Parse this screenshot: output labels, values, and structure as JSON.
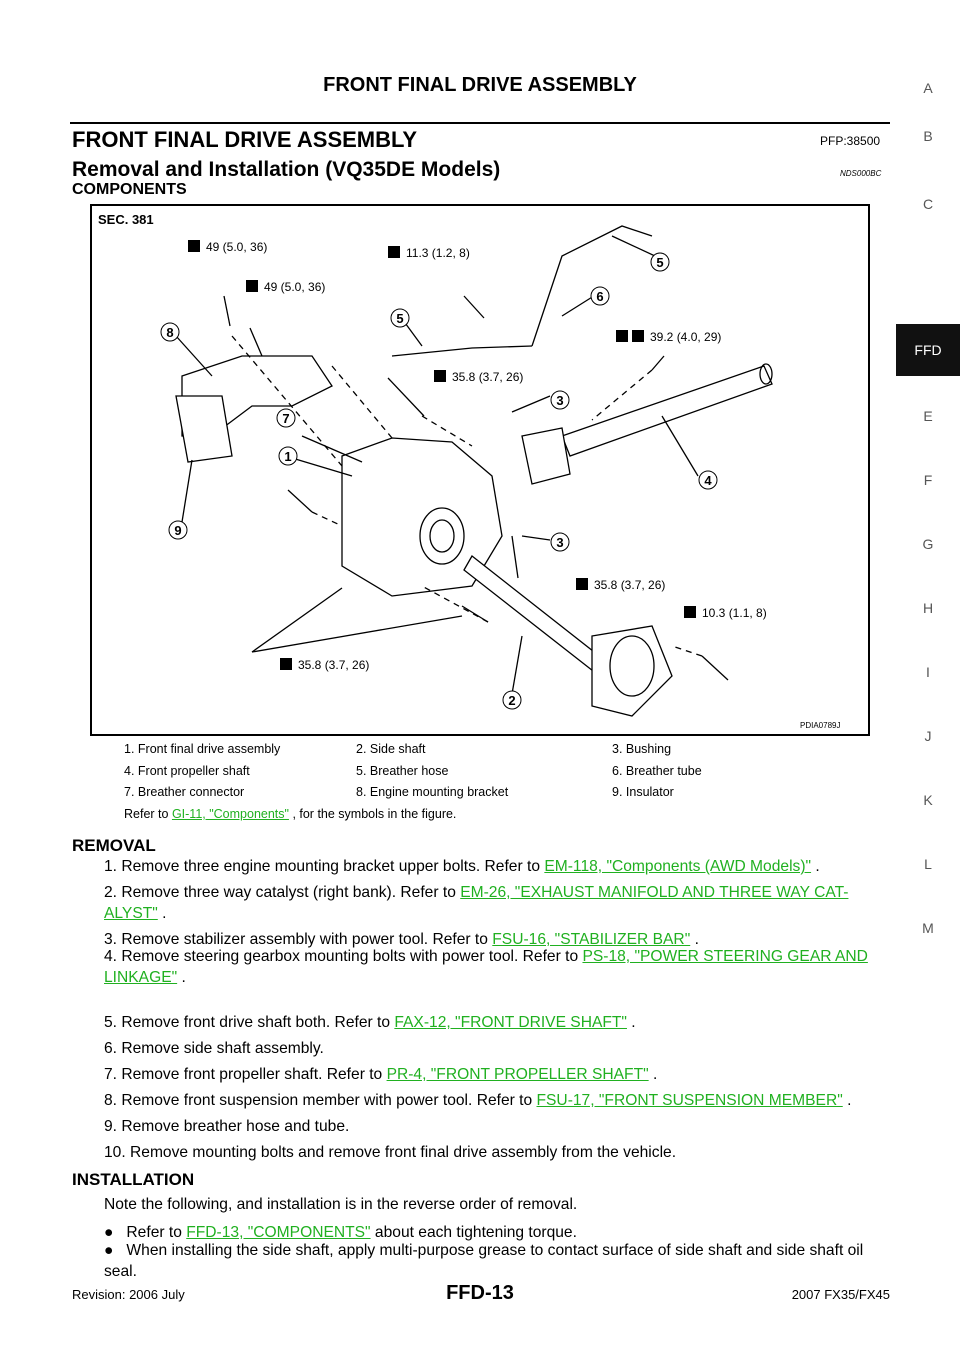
{
  "header": {
    "running_title": "FRONT FINAL DRIVE ASSEMBLY"
  },
  "section": {
    "title": "FRONT FINAL DRIVE ASSEMBLY",
    "pfp": "PFP:38500",
    "subtitle": "Removal and Installation (VQ35DE Models)",
    "code": "NDS000BC",
    "components_heading": "COMPONENTS"
  },
  "side_tabs": [
    "A",
    "B",
    "C",
    "FFD",
    "E",
    "F",
    "G",
    "H",
    "I",
    "J",
    "K",
    "L",
    "M"
  ],
  "active_tab": "FFD",
  "figure": {
    "sec_label": "SEC. 381",
    "code": "PDIA0789J",
    "torques": {
      "t1": "49 (5.0, 36)",
      "t2": "49 (5.0, 36)",
      "t3": "11.3 (1.2, 8)",
      "t4": "39.2 (4.0, 29)",
      "t5": "35.8 (3.7, 26)",
      "t6": "35.8 (3.7, 26)",
      "t7": "10.3 (1.1, 8)",
      "t8": "35.8 (3.7, 26)"
    },
    "callouts": [
      "1",
      "2",
      "3",
      "3",
      "4",
      "5",
      "5",
      "6",
      "7",
      "8",
      "9"
    ]
  },
  "legend": {
    "items": [
      "1.  Front final drive assembly",
      "2.  Side shaft",
      "3.  Bushing",
      "4.  Front propeller shaft",
      "5.  Breather hose",
      "6.  Breather tube",
      "7.  Breather connector",
      "8.  Engine mounting bracket",
      "9.  Insulator"
    ],
    "refer_prefix": "Refer to ",
    "refer_link": "GI-11, \"Components\"",
    "refer_suffix": " , for the symbols in the figure."
  },
  "removal": {
    "heading": "REMOVAL",
    "steps": [
      {
        "text": "1.  Remove three engine mounting bracket upper bolts. Refer to ",
        "link": "EM-118, \"Components (AWD Models)\"",
        "after": " ."
      },
      {
        "text": "2.  Remove three way catalyst (right bank). Refer to ",
        "link": "EM-26, \"EXHAUST MANIFOLD AND THREE WAY CAT- ALYST\"",
        "after": " ."
      },
      {
        "text": "3.  Remove stabilizer assembly with power tool. Refer to ",
        "link": "FSU-16, \"STABILIZER BAR\"",
        "after": " ."
      },
      {
        "text": "4.  Remove steering gearbox mounting bolts with power tool. Refer to ",
        "link": "PS-18, \"POWER STEERING GEAR AND LINKAGE\"",
        "after": " ."
      },
      {
        "text": "5.  Remove front drive shaft both. Refer to ",
        "link": "FAX-12, \"FRONT DRIVE SHAFT\"",
        "after": " ."
      },
      {
        "text": "6.  Remove side shaft assembly.",
        "link": "",
        "after": ""
      },
      {
        "text": "7.  Remove front propeller shaft. Refer to ",
        "link": "PR-4, \"FRONT PROPELLER SHAFT\"",
        "after": " ."
      },
      {
        "text": "8.  Remove front suspension member with power tool. Refer to ",
        "link": "FSU-17, \"FRONT SUSPENSION MEMBER\"",
        "after": " ."
      },
      {
        "text": "9.  Remove breather hose and tube.",
        "link": "",
        "after": ""
      },
      {
        "text": "10. Remove mounting bolts and remove front final drive assembly from the vehicle.",
        "link": "",
        "after": ""
      }
    ]
  },
  "installation": {
    "heading": "INSTALLATION",
    "note": "Note the following, and installation is in the reverse order of removal.",
    "bullet1_prefix": "Refer to ",
    "bullet1_link": "FFD-13, \"COMPONENTS\"",
    "bullet1_suffix": "  about each tightening torque.",
    "bullet2": "When installing the side shaft, apply multi-purpose grease to contact surface of side shaft and side shaft oil seal."
  },
  "footer": {
    "revision": "Revision: 2006 July",
    "page": "FFD-13",
    "model": "2007 FX35/FX45"
  },
  "colors": {
    "link": "#20b020",
    "tab_active_bg": "#111111"
  }
}
